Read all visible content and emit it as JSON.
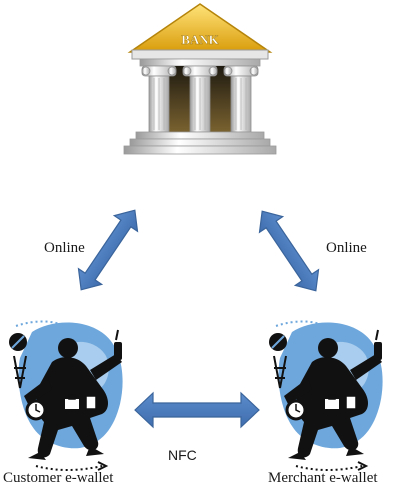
{
  "bank": {
    "sign_text": "BANK",
    "colors": {
      "roof_gold": "#f2c21a",
      "roof_gold_dark": "#c89208",
      "stone_light": "#f2f2f2",
      "stone_mid": "#c9c9c9",
      "stone_dark": "#8a8a8a",
      "interior": "#3a2e12"
    }
  },
  "links": {
    "bank_customer": {
      "label": "Online",
      "type": "double-arrow"
    },
    "bank_merchant": {
      "label": "Online",
      "type": "double-arrow"
    },
    "customer_merchant": {
      "label": "NFC",
      "type": "double-arrow"
    }
  },
  "nodes": {
    "customer": {
      "label": "Customer e-wallet",
      "icon": "busy-person-icon"
    },
    "merchant": {
      "label": "Merchant e-wallet",
      "icon": "busy-person-icon"
    }
  },
  "colors": {
    "arrow_fill": "#4f7fbf",
    "arrow_stroke": "#3a649b",
    "figure_black": "#111111",
    "figure_blue": "#6ea7dc",
    "figure_light_blue": "#a8cdee"
  }
}
